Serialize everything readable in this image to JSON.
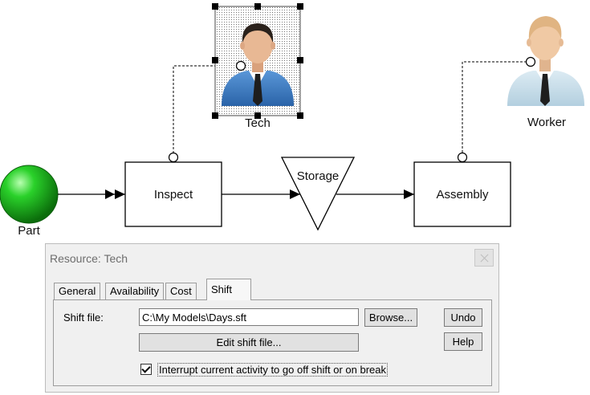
{
  "diagram": {
    "entity_label": "Part",
    "nodes": {
      "inspect": "Inspect",
      "storage": "Storage",
      "assembly": "Assembly"
    },
    "resources": {
      "tech": "Tech",
      "worker": "Worker"
    },
    "colors": {
      "entity": "#1fb51f",
      "tech_shirt": "#3d7fc8",
      "worker_shirt": "#c7dde8",
      "selection_handles": "#000000"
    }
  },
  "dialog": {
    "title": "Resource: Tech",
    "tabs": [
      "General",
      "Availability",
      "Cost",
      "Shift"
    ],
    "active_tab": "Shift",
    "shift_file_label": "Shift file:",
    "shift_file_value": "C:\\My Models\\Days.sft",
    "browse_label": "Browse...",
    "edit_shift_label": "Edit shift file...",
    "undo_label": "Undo",
    "help_label": "Help",
    "interrupt_label": "Interrupt current activity to go off shift or on break",
    "interrupt_checked": true
  }
}
